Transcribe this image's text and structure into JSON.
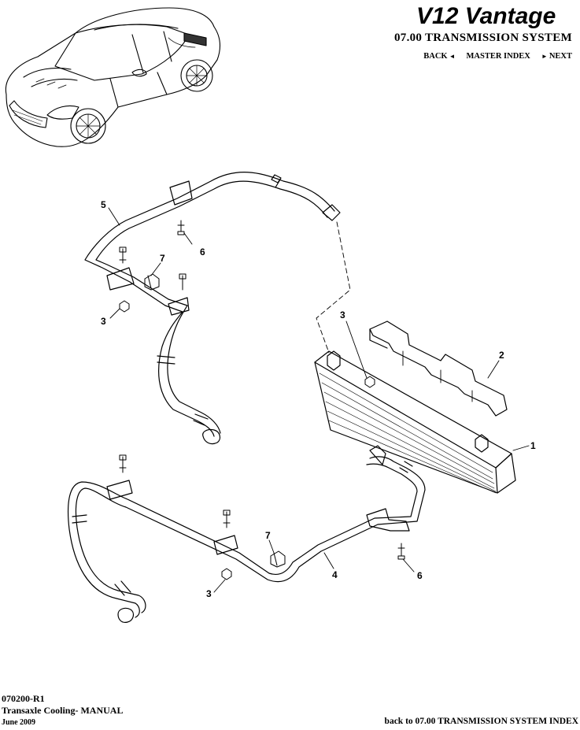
{
  "header": {
    "logo_text": "V12 Vantage",
    "section_title": "07.00 TRANSMISSION SYSTEM",
    "nav": {
      "back_label": "BACK",
      "master_index_label": "MASTER INDEX",
      "next_label": "NEXT"
    }
  },
  "diagram": {
    "callouts": [
      "1",
      "2",
      "3",
      "3",
      "3",
      "4",
      "5",
      "6",
      "6",
      "7",
      "7"
    ]
  },
  "footer": {
    "part_code": "070200-R1",
    "title": "Transaxle Cooling- MANUAL",
    "date": "June 2009",
    "back_link": "back to 07.00 TRANSMISSION SYSTEM INDEX"
  }
}
